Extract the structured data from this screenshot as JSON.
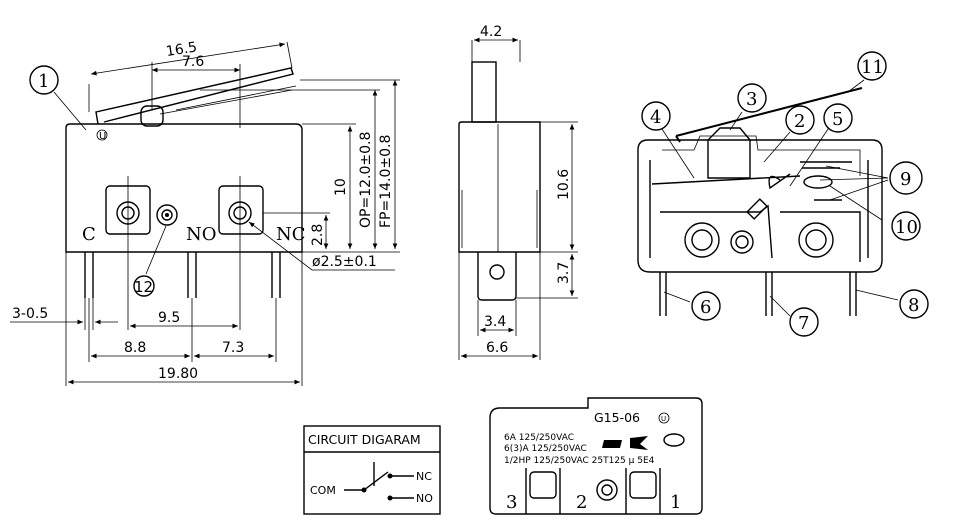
{
  "front_view": {
    "dims": {
      "overall_lever": "16.5",
      "lever_pivot": "7.6",
      "op": "OP=12.0±0.8",
      "fp": "FP=14.0±0.8",
      "height": "10",
      "terminal_height": "2.8",
      "hole": "ø2.5±0.1",
      "terminal_thickness": "3-0.5",
      "pitch_c_nc": "9.5",
      "pitch_c_no": "8.8",
      "pitch_no_nc": "7.3",
      "body_length": "19.80"
    },
    "terminal_labels": {
      "c": "C",
      "no": "NO",
      "nc": "NC"
    },
    "balloons": {
      "b1": "1",
      "b12": "12"
    }
  },
  "side_view": {
    "dims": {
      "top_width": "4.2",
      "body_height": "10.6",
      "terminal_len": "3.7",
      "terminal_width": "3.4",
      "body_width": "6.6"
    }
  },
  "section_view": {
    "balloons": {
      "b2": "2",
      "b3": "3",
      "b4": "4",
      "b5": "5",
      "b6": "6",
      "b7": "7",
      "b8": "8",
      "b9": "9",
      "b10": "10",
      "b11": "11"
    }
  },
  "circuit": {
    "title": "CIRCUIT DIGARAM",
    "com": "COM",
    "nc": "NC",
    "no": "NO"
  },
  "label_plate": {
    "model": "G15-06",
    "rating1": "6A 125/250VAC",
    "rating2": "6(3)A 125/250VAC",
    "rating3": "1/2HP 125/250VAC 25T125 μ  5E4",
    "t3": "3",
    "t2": "2",
    "t1": "1"
  }
}
